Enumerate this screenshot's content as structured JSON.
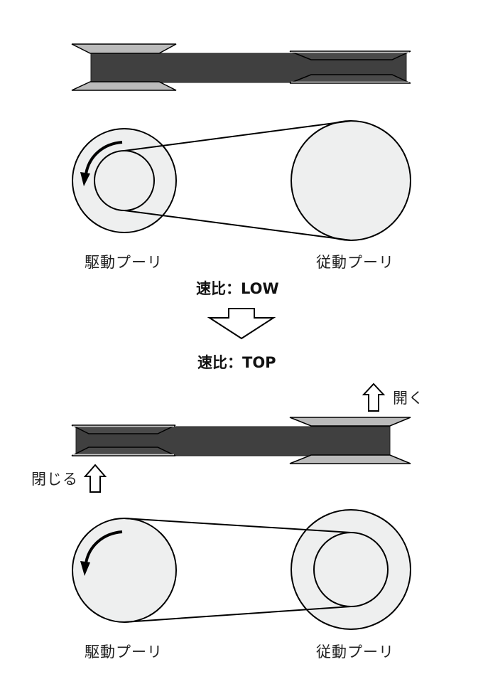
{
  "colors": {
    "belt": "#404040",
    "flange_light": "#bbbbbb",
    "flange_dark": "#4a4a4a",
    "pulley_fill": "#eeefef",
    "stroke": "#000000"
  },
  "top_state": {
    "drive_label": "駆動プーリ",
    "driven_label": "従動プーリ",
    "ratio_label": "速比：LOW"
  },
  "bottom_state": {
    "drive_label": "駆動プーリ",
    "driven_label": "従動プーリ",
    "ratio_label": "速比：TOP",
    "open_label": "開く",
    "close_label": "閉じる"
  }
}
